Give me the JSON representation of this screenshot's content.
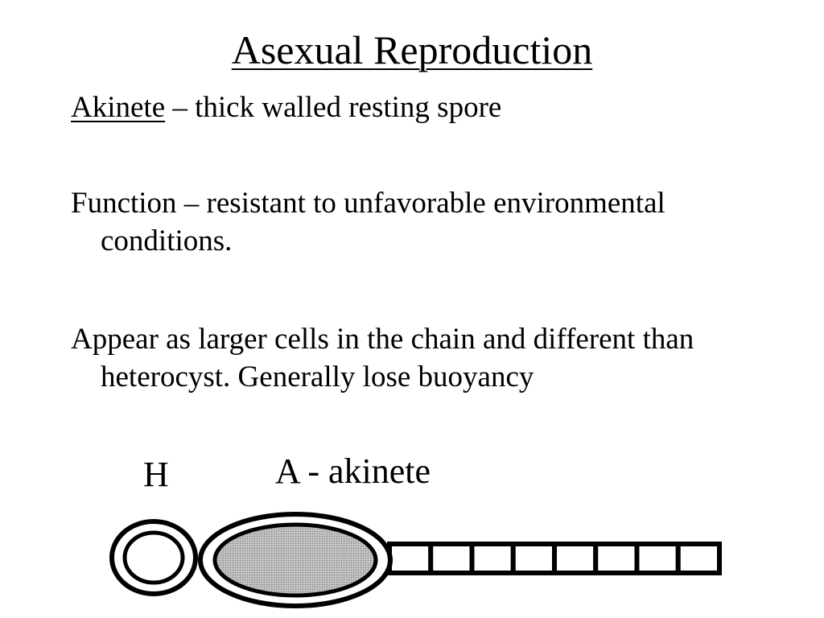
{
  "slide": {
    "title": "Asexual Reproduction",
    "akinete_term": "Akinete",
    "akinete_definition": " – thick walled resting spore",
    "function_text": "Function – resistant to unfavorable environmental conditions.",
    "appear_text": "Appear as larger cells in the chain and different than heterocyst. Generally lose buoyancy"
  },
  "diagram": {
    "heterocyst_label": "H",
    "akinete_label": "A - akinete",
    "vegetative_cell_count": 8,
    "akinete_fill": "#c8c8c8"
  }
}
